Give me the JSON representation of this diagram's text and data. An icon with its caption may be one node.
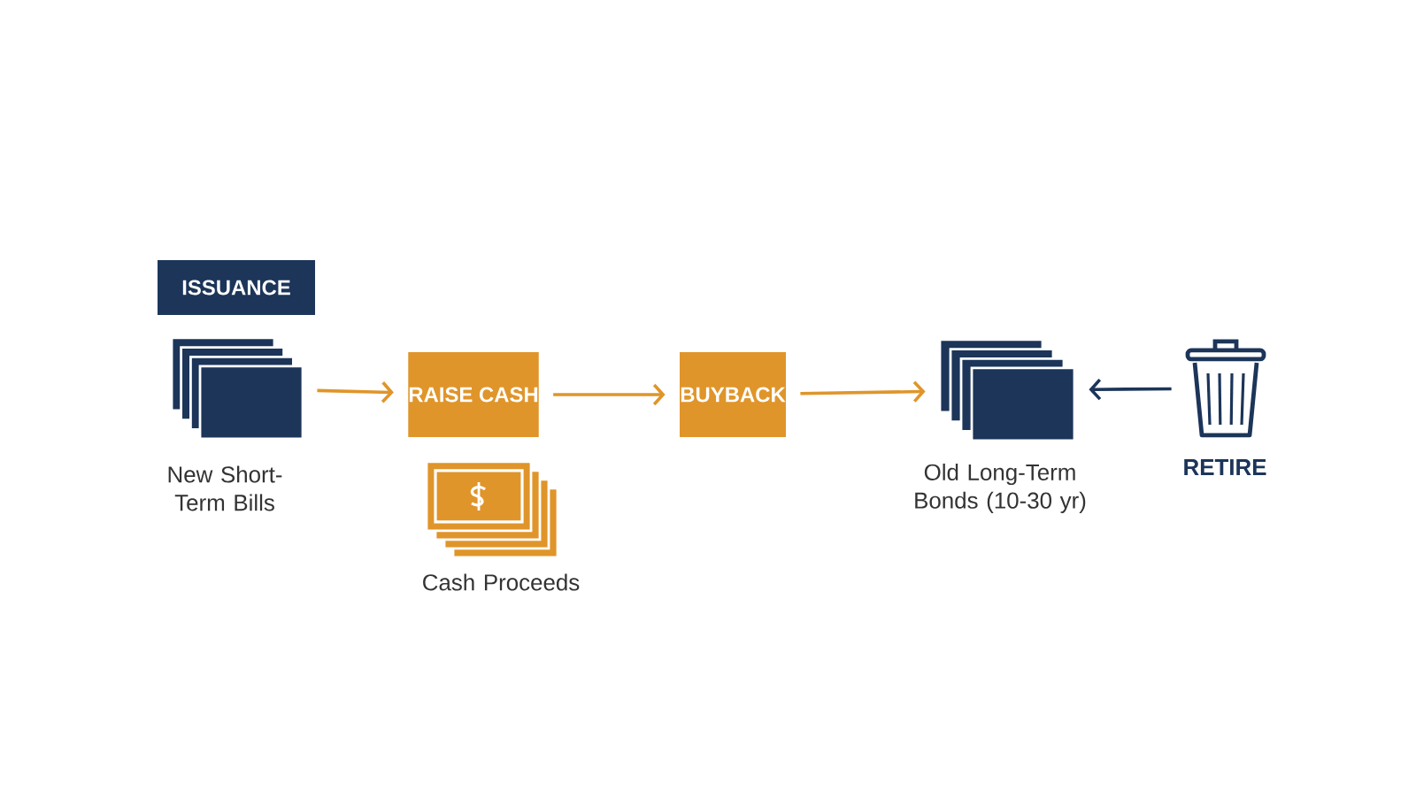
{
  "diagram": {
    "nodes": [
      {
        "text": [
          "ISSUANCE"
        ]
      },
      {
        "text": [
          "New Short-Term Bills"
        ]
      },
      {
        "text": [
          "RAISE CASH"
        ]
      },
      {
        "text": [
          "Cash Proceeds"
        ]
      },
      {
        "text": [
          "BUYBACK"
        ]
      },
      {
        "text": [
          "Old Long-Term Bonds (10-30 yr)"
        ]
      },
      {
        "text": [
          "RETIRE"
        ]
      }
    ],
    "edges": [
      {
        "from": 1,
        "to": 2,
        "arrow": "to"
      },
      {
        "from": 2,
        "to": 4,
        "arrow": "to"
      },
      {
        "from": 4,
        "to": 5,
        "arrow": "to"
      },
      {
        "from": 6,
        "to": 5,
        "arrow": "to",
        "color": "#1c3559"
      }
    ]
  }
}
